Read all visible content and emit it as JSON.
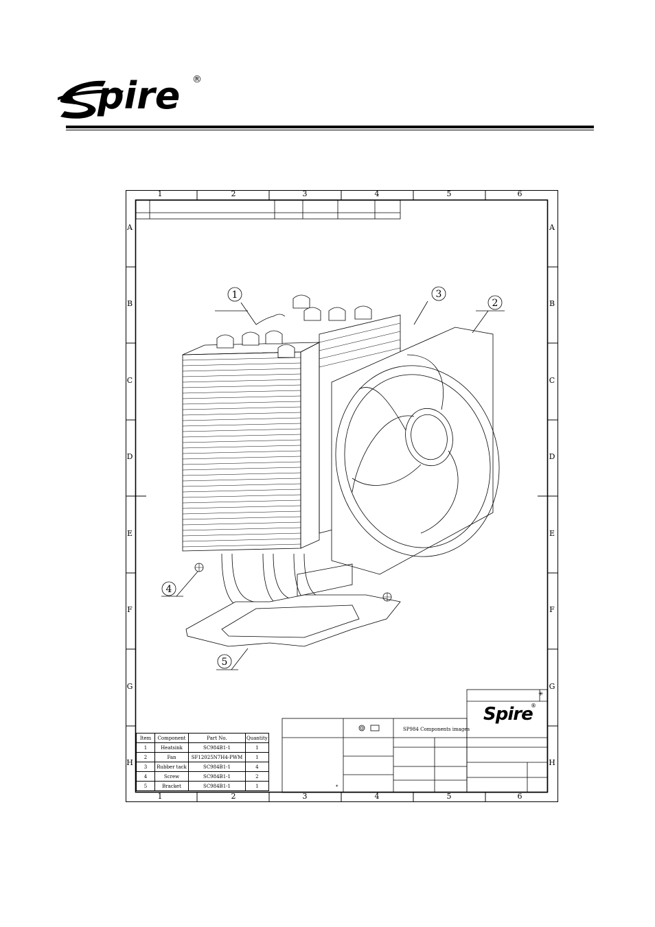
{
  "header": {
    "brand": "Spire",
    "registered_mark": "®"
  },
  "drawing": {
    "column_labels": [
      "1",
      "2",
      "3",
      "4",
      "5",
      "6"
    ],
    "row_labels": [
      "A",
      "B",
      "C",
      "D",
      "E",
      "F",
      "G",
      "H"
    ],
    "callouts": [
      "1",
      "2",
      "3",
      "4",
      "5"
    ]
  },
  "parts_table": {
    "headers": [
      "Item",
      "Component",
      "Part No.",
      "Quantity"
    ],
    "rows": [
      [
        "1",
        "Heatsink",
        "SC984B1-1",
        "1"
      ],
      [
        "2",
        "Fan",
        "SF12025N7H4-PWM",
        "1"
      ],
      [
        "3",
        "Rubber tack",
        "SC984B1-1",
        "4"
      ],
      [
        "4",
        "Screw",
        "SC984B1-1",
        "2"
      ],
      [
        "5",
        "Bracket",
        "SC984B1-1",
        "1"
      ]
    ]
  },
  "title_block": {
    "drawing_title": "SP984 Components images",
    "logo_text": "Spire",
    "logo_mark": "®",
    "star_mark": "✳",
    "dot_mark": "*"
  }
}
